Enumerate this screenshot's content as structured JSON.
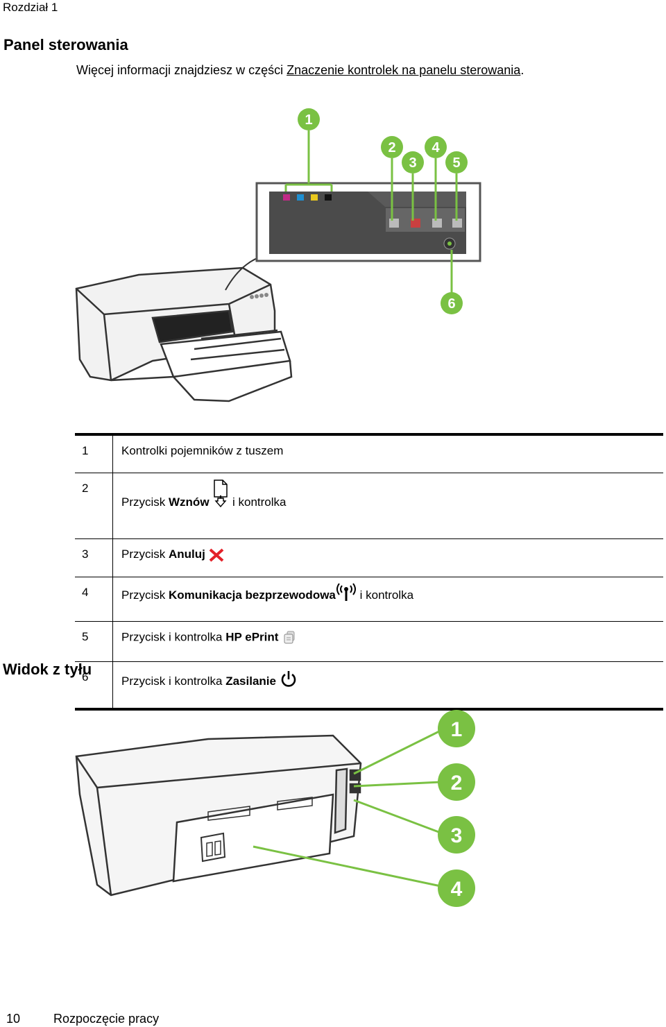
{
  "header": {
    "chapter": "Rozdział 1"
  },
  "section1": {
    "title": "Panel sterowania",
    "intro_prefix": "Więcej informacji znajdziesz w części ",
    "intro_link": "Znaczenie kontrolek na panelu sterowania",
    "intro_suffix": "."
  },
  "figure1": {
    "callouts": [
      "1",
      "2",
      "3",
      "4",
      "5",
      "6"
    ]
  },
  "legend": [
    {
      "num": "1",
      "pre": "Kontrolki pojemników z tuszem",
      "bold": "",
      "post": ""
    },
    {
      "num": "2",
      "pre": "Przycisk ",
      "bold": "Wznów",
      "post": " i kontrolka",
      "icon": "resume-icon"
    },
    {
      "num": "3",
      "pre": "Przycisk ",
      "bold": "Anuluj",
      "post": "",
      "icon": "cancel-icon"
    },
    {
      "num": "4",
      "pre": "Przycisk ",
      "bold": "Komunikacja bezprzewodowa",
      "post": " i kontrolka",
      "icon": "wireless-icon"
    },
    {
      "num": "5",
      "pre": "Przycisk i kontrolka ",
      "bold": "HP ePrint",
      "post": "",
      "icon": "eprint-icon"
    },
    {
      "num": "6",
      "pre": "Przycisk i kontrolka ",
      "bold": "Zasilanie",
      "post": "",
      "icon": "power-icon"
    }
  ],
  "section2": {
    "title": "Widok z tyłu"
  },
  "figure2": {
    "callouts": [
      "1",
      "2",
      "3",
      "4"
    ]
  },
  "colors": {
    "callout": "#7ac143",
    "cancel": "#e32028"
  },
  "footer": {
    "page": "10",
    "title": "Rozpoczęcie pracy"
  }
}
